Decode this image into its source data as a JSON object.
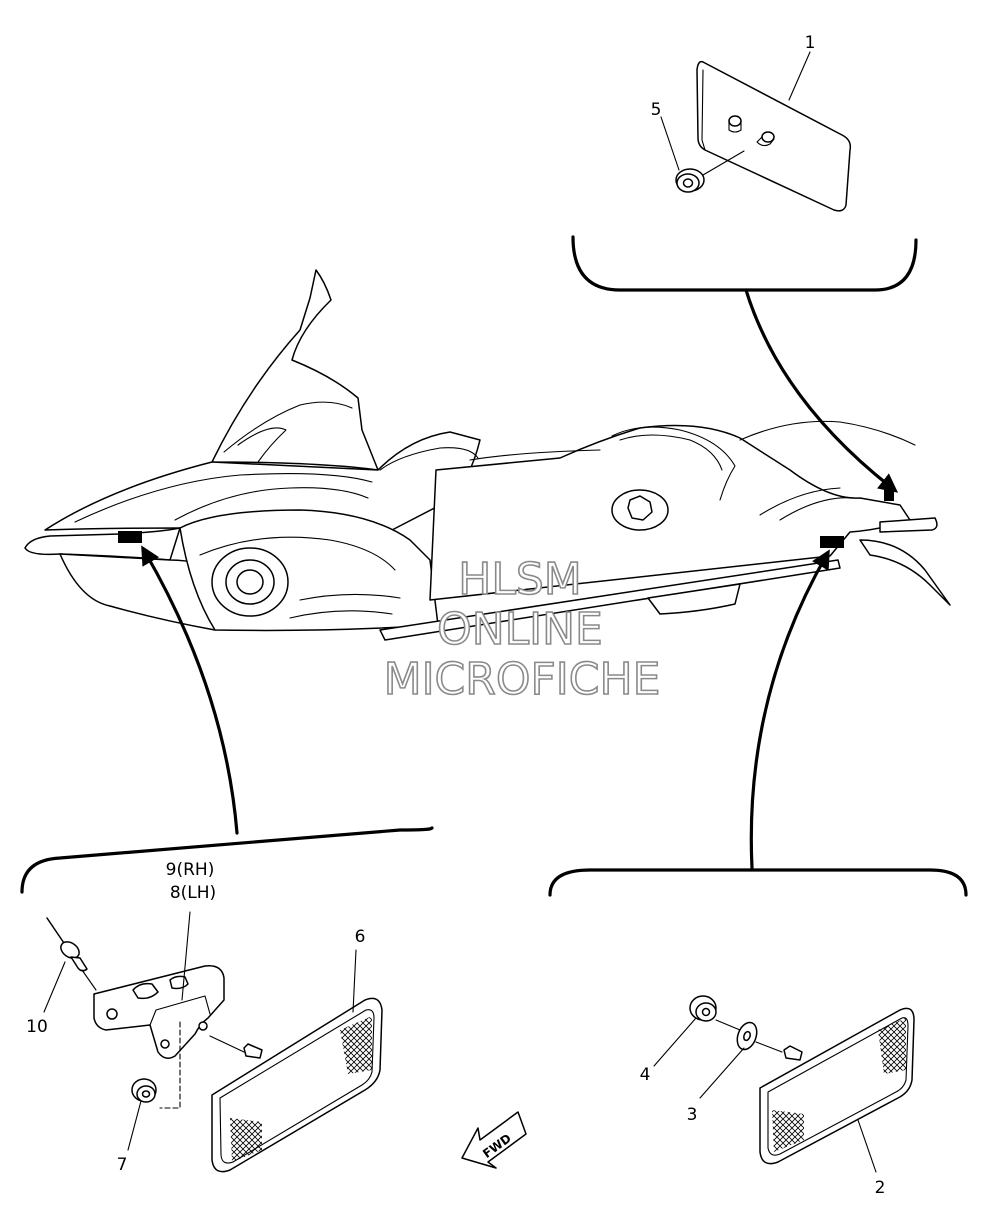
{
  "watermark": {
    "line1": "HLSM",
    "line2": "ONLINE",
    "line3": "MICROFICHE"
  },
  "fwd_label": "FWD",
  "callouts": {
    "c1": "1",
    "c2": "2",
    "c3": "3",
    "c4": "4",
    "c5": "5",
    "c6": "6",
    "c7": "7",
    "c8": "8(LH)",
    "c9": "9(RH)",
    "c10": "10"
  },
  "colors": {
    "line": "#000000",
    "background": "#ffffff",
    "watermark_outline": "#8a8a8a"
  }
}
